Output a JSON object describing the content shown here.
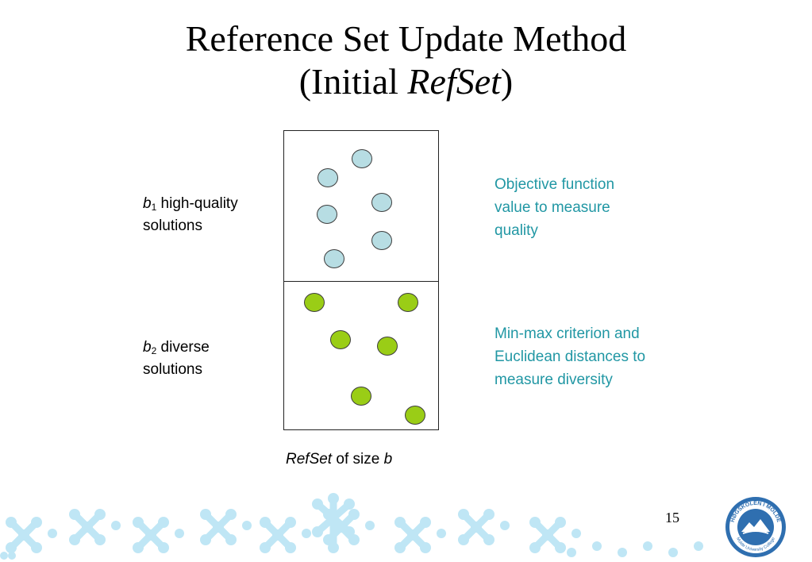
{
  "title": {
    "line1": "Reference Set Update Method",
    "line2_prefix": "(Initial ",
    "line2_italic": "RefSet",
    "line2_suffix": ")"
  },
  "labels": {
    "b1": {
      "var": "b",
      "sub": "1",
      "text": " high-quality",
      "line2": "solutions"
    },
    "b2": {
      "var": "b",
      "sub": "2",
      "text": " diverse",
      "line2": "solutions"
    }
  },
  "notes": {
    "quality": "Objective function\nvalue to measure\nquality",
    "diversity": "Min-max criterion and\nEuclidean distances to\nmeasure diversity"
  },
  "caption": {
    "italic1": "RefSet",
    "text": " of size ",
    "italic2": "b"
  },
  "page_number": "15",
  "logo": {
    "arc_text": "HØGSKOLEN I MOLDE",
    "bottom_text": "Molde University College"
  },
  "colors": {
    "quality_dot": "#b7dde3",
    "diverse_dot": "#9acd16",
    "note_text": "#2197a4",
    "decor": "#bfe6f5",
    "logo": "#2f6fb0"
  }
}
